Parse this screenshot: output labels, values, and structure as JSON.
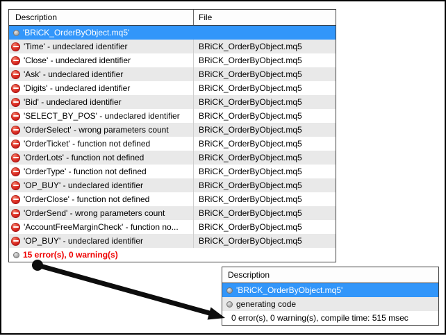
{
  "colors": {
    "selection_blue": "#3296fa",
    "row_alt_gray": "#e9e9e9",
    "error_icon_red": "#d42020",
    "summary_text_red": "#ee0000",
    "panel_border": "#3c3c3c",
    "arrow_black": "#0d0d0d"
  },
  "icons": {
    "error": "red-no-entry-circle",
    "info": "gray-dot"
  },
  "main_table": {
    "columns": [
      {
        "label": "Description"
      },
      {
        "label": "File"
      }
    ],
    "selected_row": {
      "icon": "gray-dot",
      "description": "'BRiCK_OrderByObject.mq5'",
      "file": ""
    },
    "error_rows": [
      {
        "icon": "red-no-entry-circle",
        "description": "'Time' - undeclared identifier",
        "file": "BRiCK_OrderByObject.mq5"
      },
      {
        "icon": "red-no-entry-circle",
        "description": "'Close' - undeclared identifier",
        "file": "BRiCK_OrderByObject.mq5"
      },
      {
        "icon": "red-no-entry-circle",
        "description": "'Ask' - undeclared identifier",
        "file": "BRiCK_OrderByObject.mq5"
      },
      {
        "icon": "red-no-entry-circle",
        "description": "'Digits' - undeclared identifier",
        "file": "BRiCK_OrderByObject.mq5"
      },
      {
        "icon": "red-no-entry-circle",
        "description": "'Bid' - undeclared identifier",
        "file": "BRiCK_OrderByObject.mq5"
      },
      {
        "icon": "red-no-entry-circle",
        "description": "'SELECT_BY_POS' - undeclared identifier",
        "file": "BRiCK_OrderByObject.mq5"
      },
      {
        "icon": "red-no-entry-circle",
        "description": "'OrderSelect' - wrong parameters count",
        "file": "BRiCK_OrderByObject.mq5"
      },
      {
        "icon": "red-no-entry-circle",
        "description": "'OrderTicket' - function not defined",
        "file": "BRiCK_OrderByObject.mq5"
      },
      {
        "icon": "red-no-entry-circle",
        "description": "'OrderLots' - function not defined",
        "file": "BRiCK_OrderByObject.mq5"
      },
      {
        "icon": "red-no-entry-circle",
        "description": "'OrderType' - function not defined",
        "file": "BRiCK_OrderByObject.mq5"
      },
      {
        "icon": "red-no-entry-circle",
        "description": "'OP_BUY' - undeclared identifier",
        "file": "BRiCK_OrderByObject.mq5"
      },
      {
        "icon": "red-no-entry-circle",
        "description": "'OrderClose' - function not defined",
        "file": "BRiCK_OrderByObject.mq5"
      },
      {
        "icon": "red-no-entry-circle",
        "description": "'OrderSend' - wrong parameters count",
        "file": "BRiCK_OrderByObject.mq5"
      },
      {
        "icon": "red-no-entry-circle",
        "description": "'AccountFreeMarginCheck' - function no...",
        "file": "BRiCK_OrderByObject.mq5"
      },
      {
        "icon": "red-no-entry-circle",
        "description": "'OP_BUY' - undeclared identifier",
        "file": "BRiCK_OrderByObject.mq5"
      }
    ],
    "summary_row": {
      "icon": "gray-dot",
      "description": "15 error(s), 0 warning(s)"
    }
  },
  "inset_table": {
    "columns": [
      {
        "label": "Description"
      }
    ],
    "rows": [
      {
        "icon": "gray-dot",
        "description": "'BRiCK_OrderByObject.mq5'",
        "selected": true
      },
      {
        "icon": "gray-dot",
        "description": "generating code",
        "selected": false
      },
      {
        "icon": "none",
        "description": "0 error(s), 0 warning(s), compile time: 515 msec",
        "selected": false
      }
    ]
  }
}
